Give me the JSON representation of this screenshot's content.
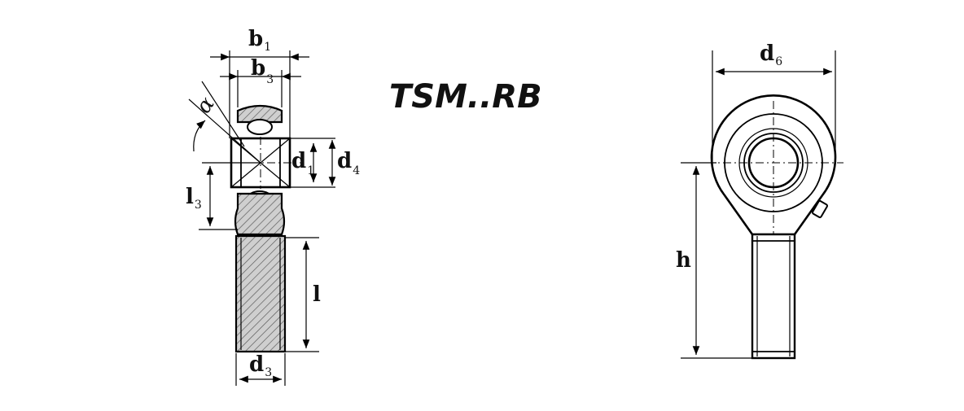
{
  "title": "TSM..RB",
  "labels": {
    "b1": {
      "main": "b",
      "sub": "1"
    },
    "b3": {
      "main": "b",
      "sub": "3"
    },
    "alpha": "α",
    "d1": {
      "main": "d",
      "sub": "1"
    },
    "d4": {
      "main": "d",
      "sub": "4"
    },
    "l3": {
      "main": "l",
      "sub": "3"
    },
    "l": "l",
    "d3": {
      "main": "d",
      "sub": "3"
    },
    "d6": {
      "main": "d",
      "sub": "6"
    },
    "h": "h"
  }
}
